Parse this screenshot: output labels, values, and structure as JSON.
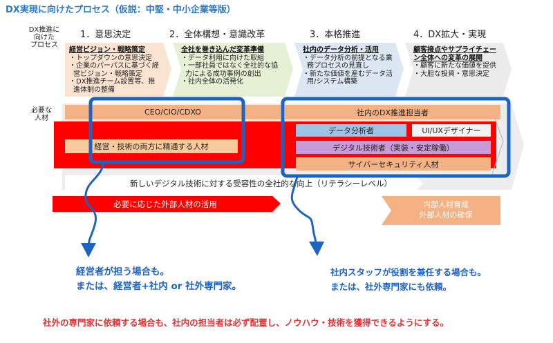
{
  "title": "DX実現に向けたプロセス（仮説：中堅・中小企業等版）",
  "row_labels": {
    "process": [
      "DX推進に",
      "向けた",
      "プロセス"
    ],
    "talent": [
      "必要な",
      "人材"
    ]
  },
  "phases": [
    {
      "title": "1．意思決定",
      "heading": "経営ビジョン・戦略策定",
      "items": [
        "トップダウンの意思決定",
        "企業のパーパスに基づく経営ビジョン・戦略策定",
        "DX推進チーム設置等、推進体制の整備"
      ]
    },
    {
      "title": "2．全体構想・意識改革",
      "heading": "全社を巻き込んだ変革準備",
      "items": [
        "データ利用に向けた取組",
        "一部社員ではなく全社的な協力による成功事例の創出",
        "社内全体の活発化"
      ]
    },
    {
      "title": "3．本格推進",
      "heading": "社内のデータ分析・活用",
      "items": [
        "データ分析の前提となる業務プロセスの見直し",
        "新たな価値を産むデータ活用/システム構築"
      ]
    },
    {
      "title": "4．DX拡大・実現",
      "heading": "顧客接点やサプライチェーン全体への変革の展開",
      "items": [
        "顧客に新たな価値を提供",
        "大胆な投資・意思決定"
      ]
    }
  ],
  "roles": {
    "cxo": "CEO/CIO/CDXO",
    "dx_lead": "社内のDX推進担当者",
    "biz_tech": "経営・技術の両方に精通する人材",
    "data_analyst": "データ分析者",
    "uiux": "UI/UXデザイナー",
    "digital_eng": "デジタル技術者（実装・安定稼働）",
    "security": "サイバーセキュリティ人材",
    "literacy": "新しいデジタル技術に対する受容性の全社的な向上（リテラシーレベル）",
    "external": "必要に応じた外部人材の活用",
    "internal": [
      "内部人材育成",
      "外部人材の確保"
    ]
  },
  "notes": {
    "left": [
      "経営者が担う場合も。",
      "または、経営者+社内 or 社外専門家。"
    ],
    "right": [
      "社内スタッフが役割を兼任する場合も。",
      "または、社外専門家にも依頼。"
    ],
    "bottom": "社外の専門家に依頼する場合も、社内の担当者は必ず配置し、ノウハウ・技術を獲得できるようにする。"
  },
  "colors": {
    "title_blue": "#2a78c8",
    "phase1": "#fbe3d2",
    "phase2": "#e6f0d5",
    "phase3": "#dce7f3",
    "phase4": "#ececec",
    "orange_bar": "#f4b183",
    "red_band": "#ff0000",
    "biz_bar": "#f7c99b",
    "data_bar": "#9dc3e6",
    "uiux_bar": "#f2f2f2",
    "digital_bar": "#c99ad8",
    "security_bar": "#f4b183",
    "highlight_blue": "#1f63c0",
    "note_red": "#e03030"
  }
}
